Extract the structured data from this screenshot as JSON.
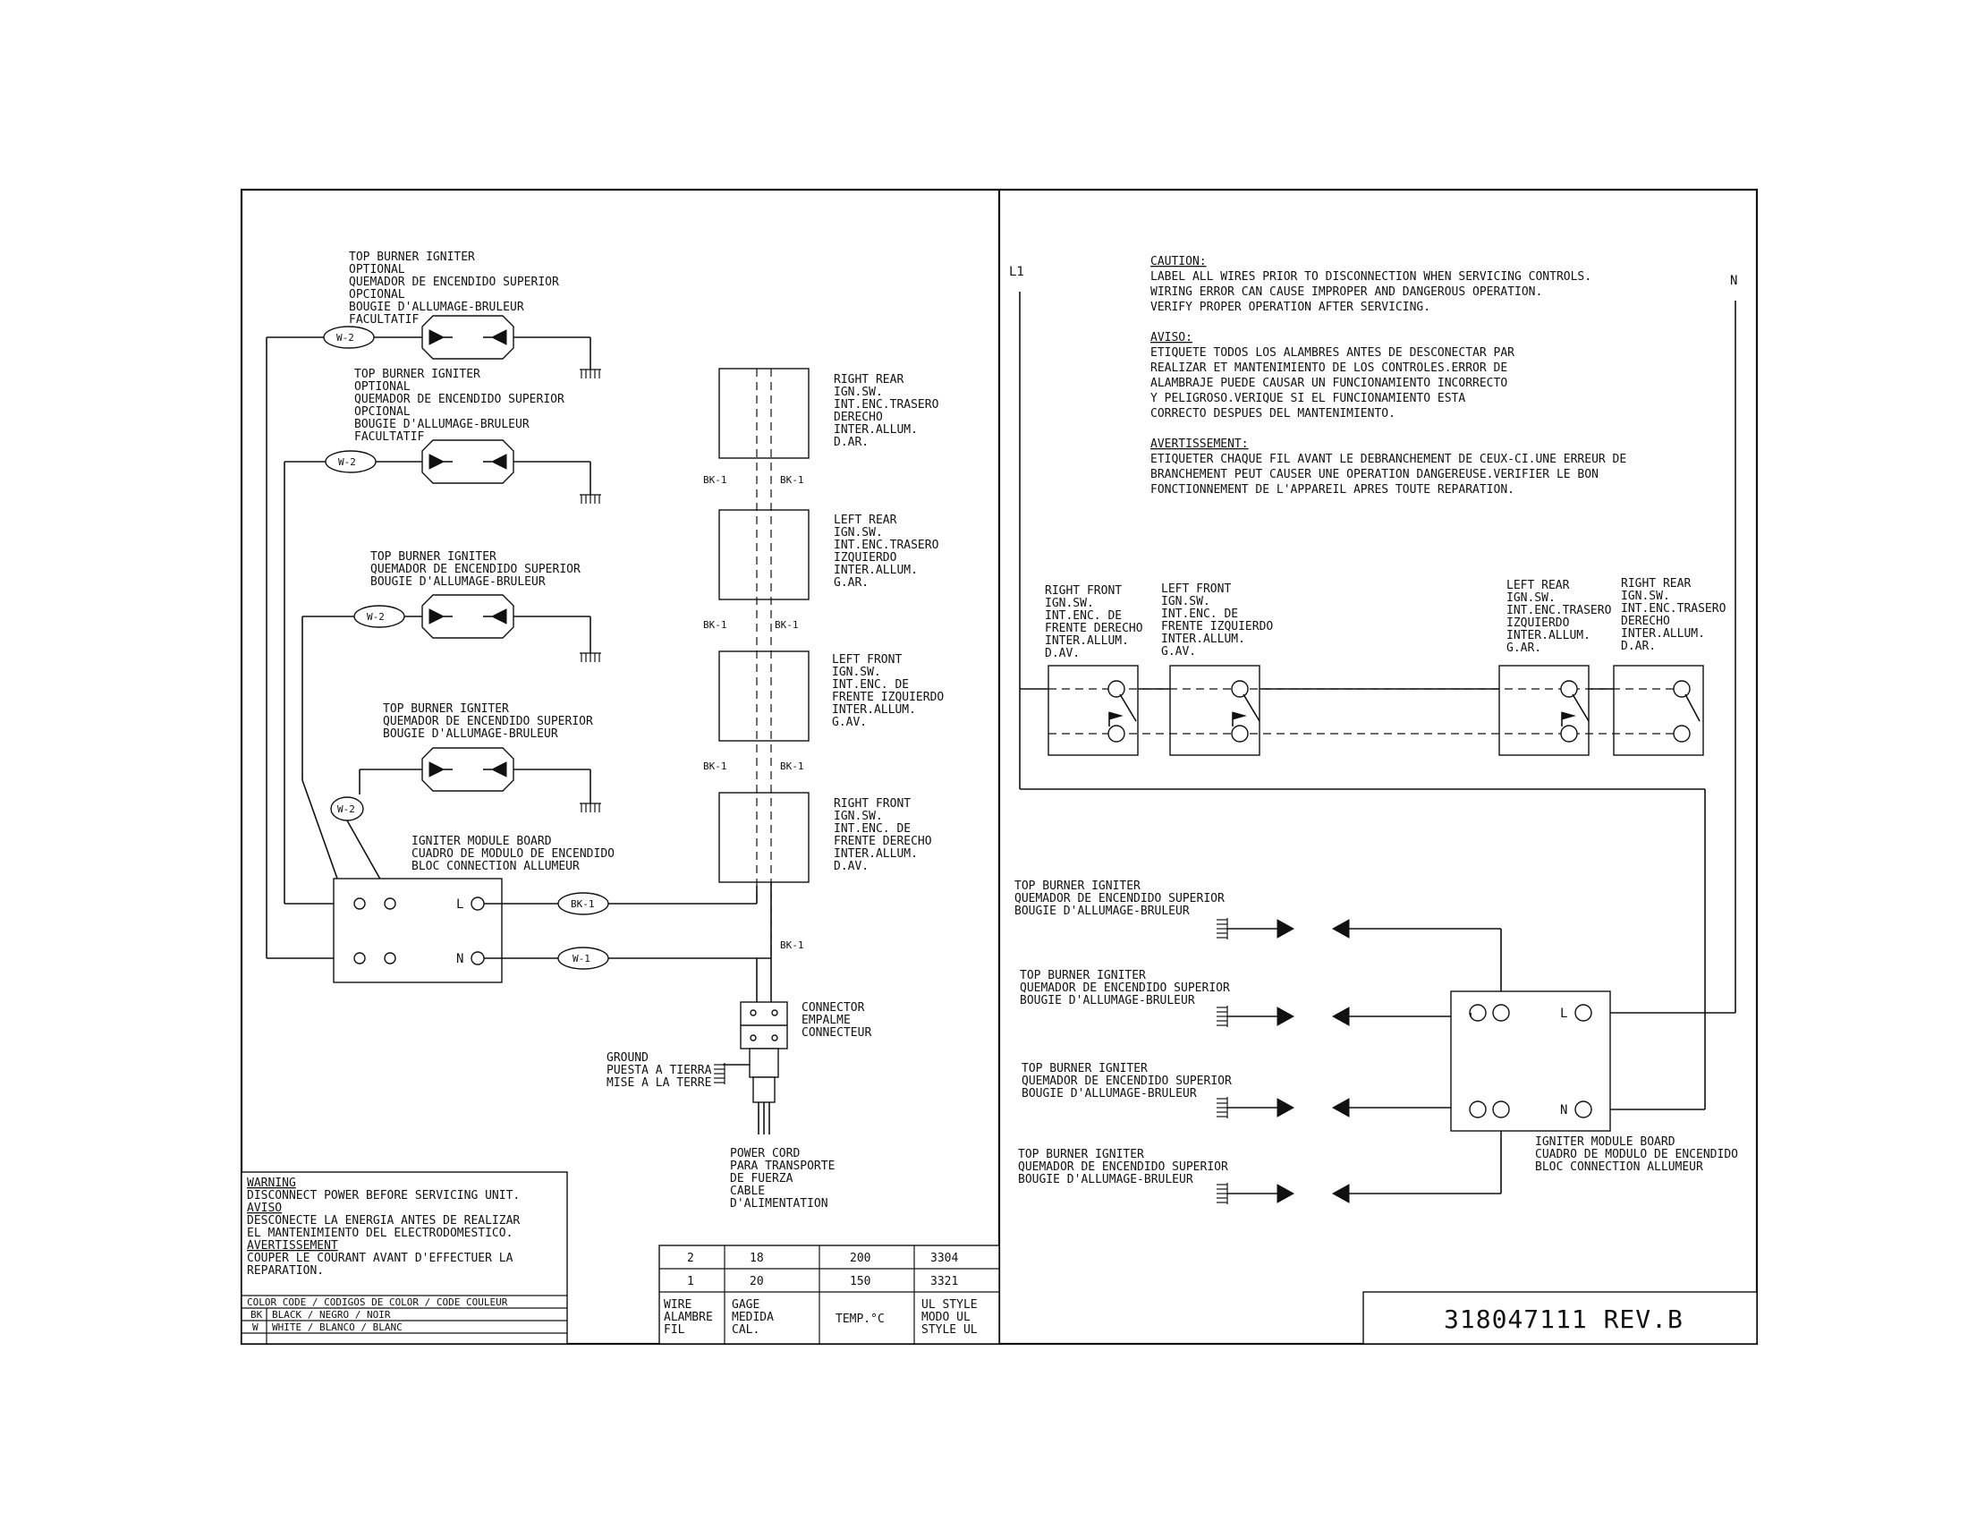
{
  "colors": {
    "ink": "#111111",
    "paper": "#ffffff"
  },
  "left_panel": {
    "igniters": [
      {
        "lines": [
          "TOP BURNER IGNITER",
          "OPTIONAL",
          "QUEMADOR DE ENCENDIDO SUPERIOR",
          "OPCIONAL",
          "BOUGIE D'ALLUMAGE-BRULEUR",
          "FACULTATIF"
        ],
        "wire": "W-2"
      },
      {
        "lines": [
          "TOP BURNER IGNITER",
          "OPTIONAL",
          "QUEMADOR DE ENCENDIDO SUPERIOR",
          "OPCIONAL",
          "BOUGIE D'ALLUMAGE-BRULEUR",
          "FACULTATIF"
        ],
        "wire": "W-2"
      },
      {
        "lines": [
          "TOP BURNER IGNITER",
          "QUEMADOR DE ENCENDIDO SUPERIOR",
          "BOUGIE D'ALLUMAGE-BRULEUR"
        ],
        "wire": "W-2"
      },
      {
        "lines": [
          "TOP BURNER IGNITER",
          "QUEMADOR DE ENCENDIDO SUPERIOR",
          "BOUGIE D'ALLUMAGE-BRULEUR"
        ],
        "wire": "W-2"
      }
    ],
    "switches": [
      {
        "lines": [
          "RIGHT REAR",
          "IGN.SW.",
          "INT.ENC.TRASERO",
          "DERECHO",
          "INTER.ALLUM.",
          "D.AR."
        ]
      },
      {
        "lines": [
          "LEFT REAR",
          "IGN.SW.",
          "INT.ENC.TRASERO",
          "IZQUIERDO",
          "INTER.ALLUM.",
          "G.AR."
        ]
      },
      {
        "lines": [
          "LEFT FRONT",
          "IGN.SW.",
          "INT.ENC. DE",
          "FRENTE IZQUIERDO",
          "INTER.ALLUM.",
          "G.AV."
        ]
      },
      {
        "lines": [
          "RIGHT FRONT",
          "IGN.SW.",
          "INT.ENC. DE",
          "FRENTE DERECHO",
          "INTER.ALLUM.",
          "D.AV."
        ]
      }
    ],
    "bk_labels": [
      "BK-1",
      "BK-1",
      "BK-1",
      "BK-1",
      "BK-1",
      "BK-1",
      "BK-1"
    ],
    "module_board": {
      "lines": [
        "IGNITER MODULE BOARD",
        "CUADRO DE MODULO DE ENCENDIDO",
        "BLOC CONNECTION ALLUMEUR"
      ],
      "l": "L",
      "n": "N",
      "l_wire": "BK-1",
      "n_wire": "W-1"
    },
    "connector": {
      "lines": [
        "CONNECTOR",
        "EMPALME",
        "CONNECTEUR"
      ]
    },
    "ground": {
      "lines": [
        "GROUND",
        "PUESTA A TIERRA",
        "MISE A LA TERRE"
      ]
    },
    "power_cord": {
      "lines": [
        "POWER CORD",
        "PARA TRANSPORTE",
        "DE FUERZA",
        "CABLE",
        "D'ALIMENTATION"
      ]
    }
  },
  "warning_box": {
    "lines": [
      {
        "text": "WARNING",
        "underline": true
      },
      {
        "text": "DISCONNECT POWER BEFORE SERVICING UNIT.",
        "underline": false
      },
      {
        "text": "AVISO",
        "underline": true
      },
      {
        "text": "DESCONECTE LA ENERGIA ANTES DE REALIZAR",
        "underline": false
      },
      {
        "text": "EL MANTENIMIENTO DEL ELECTRODOMESTICO.",
        "underline": false
      },
      {
        "text": "AVERTISSEMENT",
        "underline": true
      },
      {
        "text": "COUPER LE COURANT AVANT D'EFFECTUER LA",
        "underline": false
      },
      {
        "text": "REPARATION.",
        "underline": false
      }
    ],
    "color_code_title": "COLOR CODE / CODIGOS DE COLOR / CODE COULEUR",
    "color_codes": [
      {
        "code": "BK",
        "desc": "BLACK / NEGRO / NOIR"
      },
      {
        "code": "W",
        "desc": "WHITE / BLANCO / BLANC"
      }
    ]
  },
  "wire_table": {
    "rows": [
      [
        "2",
        "18",
        "200",
        "3304"
      ],
      [
        "1",
        "20",
        "150",
        "3321"
      ]
    ],
    "headers": [
      [
        "WIRE",
        "ALAMBRE",
        "FIL"
      ],
      [
        "GAGE",
        "MEDIDA",
        "CAL."
      ],
      [
        "TEMP.°C"
      ],
      [
        "UL STYLE",
        "MODO UL",
        "STYLE UL"
      ]
    ]
  },
  "right_panel": {
    "l1": "L1",
    "n": "N",
    "caution": [
      {
        "heading": "CAUTION:",
        "lines": [
          "LABEL ALL WIRES PRIOR TO DISCONNECTION WHEN SERVICING CONTROLS.",
          "WIRING ERROR CAN CAUSE IMPROPER AND DANGEROUS OPERATION.",
          "VERIFY PROPER OPERATION AFTER SERVICING."
        ]
      },
      {
        "heading": "AVISO:",
        "lines": [
          "ETIQUETE TODOS LOS ALAMBRES ANTES DE DESCONECTAR PAR",
          "REALIZAR ET MANTENIMIENTO DE LOS CONTROLES.ERROR DE",
          "ALAMBRAJE PUEDE CAUSAR UN FUNCIONAMIENTO INCORRECTO",
          "Y PELIGROSO.VERIQUE SI EL FUNCIONAMIENTO ESTA",
          "CORRECTO DESPUES DEL MANTENIMIENTO."
        ]
      },
      {
        "heading": "AVERTISSEMENT:",
        "lines": [
          "ETIQUETER CHAQUE FIL AVANT LE DEBRANCHEMENT DE CEUX-CI.UNE ERREUR DE",
          "BRANCHEMENT PEUT CAUSER UNE OPERATION DANGEREUSE.VERIFIER LE BON",
          "FONCTIONNEMENT DE L'APPAREIL APRES TOUTE REPARATION."
        ]
      }
    ],
    "switches": [
      {
        "lines": [
          "RIGHT FRONT",
          "IGN.SW.",
          "INT.ENC. DE",
          "FRENTE DERECHO",
          "INTER.ALLUM.",
          "D.AV."
        ]
      },
      {
        "lines": [
          "LEFT FRONT",
          "IGN.SW.",
          "INT.ENC. DE",
          "FRENTE IZQUIERDO",
          "INTER.ALLUM.",
          "G.AV."
        ]
      },
      {
        "lines": [
          "LEFT REAR",
          "IGN.SW.",
          "INT.ENC.TRASERO",
          "IZQUIERDO",
          "INTER.ALLUM.",
          "G.AR."
        ]
      },
      {
        "lines": [
          "RIGHT REAR",
          "IGN.SW.",
          "INT.ENC.TRASERO",
          "DERECHO",
          "INTER.ALLUM.",
          "D.AR."
        ]
      }
    ],
    "igniters": [
      {
        "lines": [
          "TOP BURNER IGNITER",
          "QUEMADOR DE ENCENDIDO SUPERIOR",
          "BOUGIE D'ALLUMAGE-BRULEUR"
        ]
      },
      {
        "lines": [
          "TOP BURNER IGNITER",
          "QUEMADOR DE ENCENDIDO SUPERIOR",
          "BOUGIE D'ALLUMAGE-BRULEUR"
        ]
      },
      {
        "lines": [
          "TOP BURNER IGNITER",
          "QUEMADOR DE ENCENDIDO SUPERIOR",
          "BOUGIE D'ALLUMAGE-BRULEUR"
        ]
      },
      {
        "lines": [
          "TOP BURNER IGNITER",
          "QUEMADOR DE ENCENDIDO SUPERIOR",
          "BOUGIE D'ALLUMAGE-BRULEUR"
        ]
      }
    ],
    "module_board": {
      "lines": [
        "IGNITER MODULE BOARD",
        "CUADRO DE MODULO DE ENCENDIDO",
        "BLOC CONNECTION ALLUMEUR"
      ],
      "l": "L",
      "n": "N"
    }
  },
  "part_number": "318047111 REV.B"
}
